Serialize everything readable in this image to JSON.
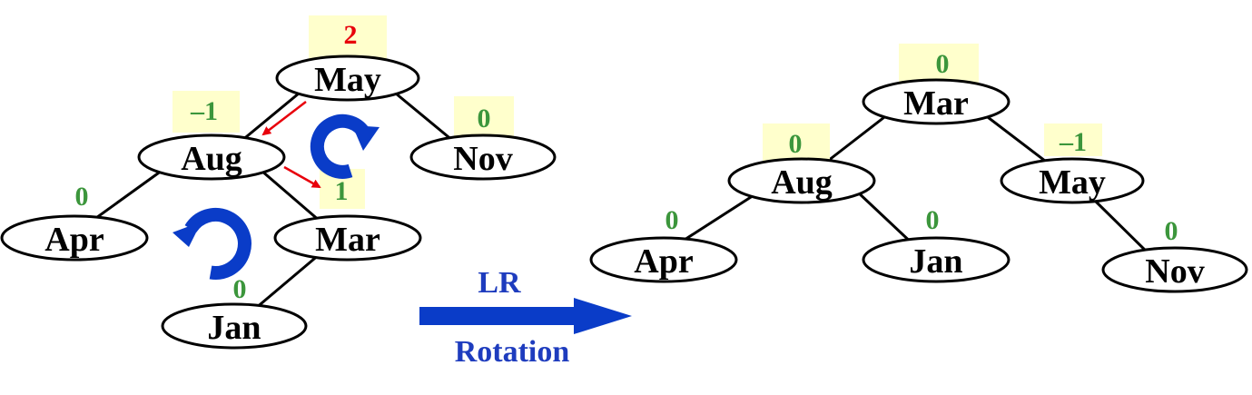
{
  "colors": {
    "node_text": "#000000",
    "bf_green": "#3c963c",
    "bf_red": "#e8000b",
    "bf_background": "#ffffcc",
    "arrow_blue": "#0a3cc8",
    "caption_blue": "#1e3cbe",
    "pointer_red": "#e8000b"
  },
  "before": {
    "nodes": {
      "may": {
        "label": "May",
        "bf": "2"
      },
      "aug": {
        "label": "Aug",
        "bf": "–1"
      },
      "nov": {
        "label": "Nov",
        "bf": "0"
      },
      "apr": {
        "label": "Apr",
        "bf": "0"
      },
      "mar": {
        "label": "Mar",
        "bf": "1"
      },
      "jan": {
        "label": "Jan",
        "bf": "0"
      }
    },
    "rotation_icons": [
      "clockwise-rotation-icon",
      "counterclockwise-rotation-icon"
    ]
  },
  "transition": {
    "arrow_icon": "right-arrow-icon",
    "label_top": "LR",
    "label_bottom": "Rotation"
  },
  "after": {
    "nodes": {
      "mar": {
        "label": "Mar",
        "bf": "0"
      },
      "aug": {
        "label": "Aug",
        "bf": "0"
      },
      "may": {
        "label": "May",
        "bf": "–1"
      },
      "apr": {
        "label": "Apr",
        "bf": "0"
      },
      "jan": {
        "label": "Jan",
        "bf": "0"
      },
      "nov": {
        "label": "Nov",
        "bf": "0"
      }
    }
  }
}
